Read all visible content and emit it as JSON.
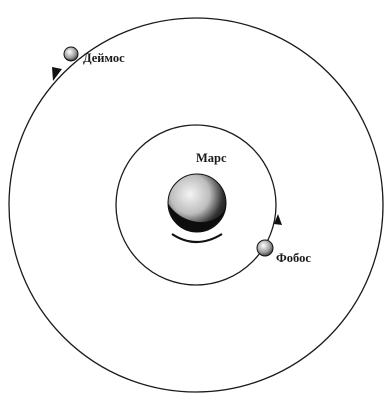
{
  "diagram": {
    "planet": {
      "name": "Марс"
    },
    "moons": [
      {
        "name": "Фобос"
      },
      {
        "name": "Деймос"
      }
    ]
  }
}
